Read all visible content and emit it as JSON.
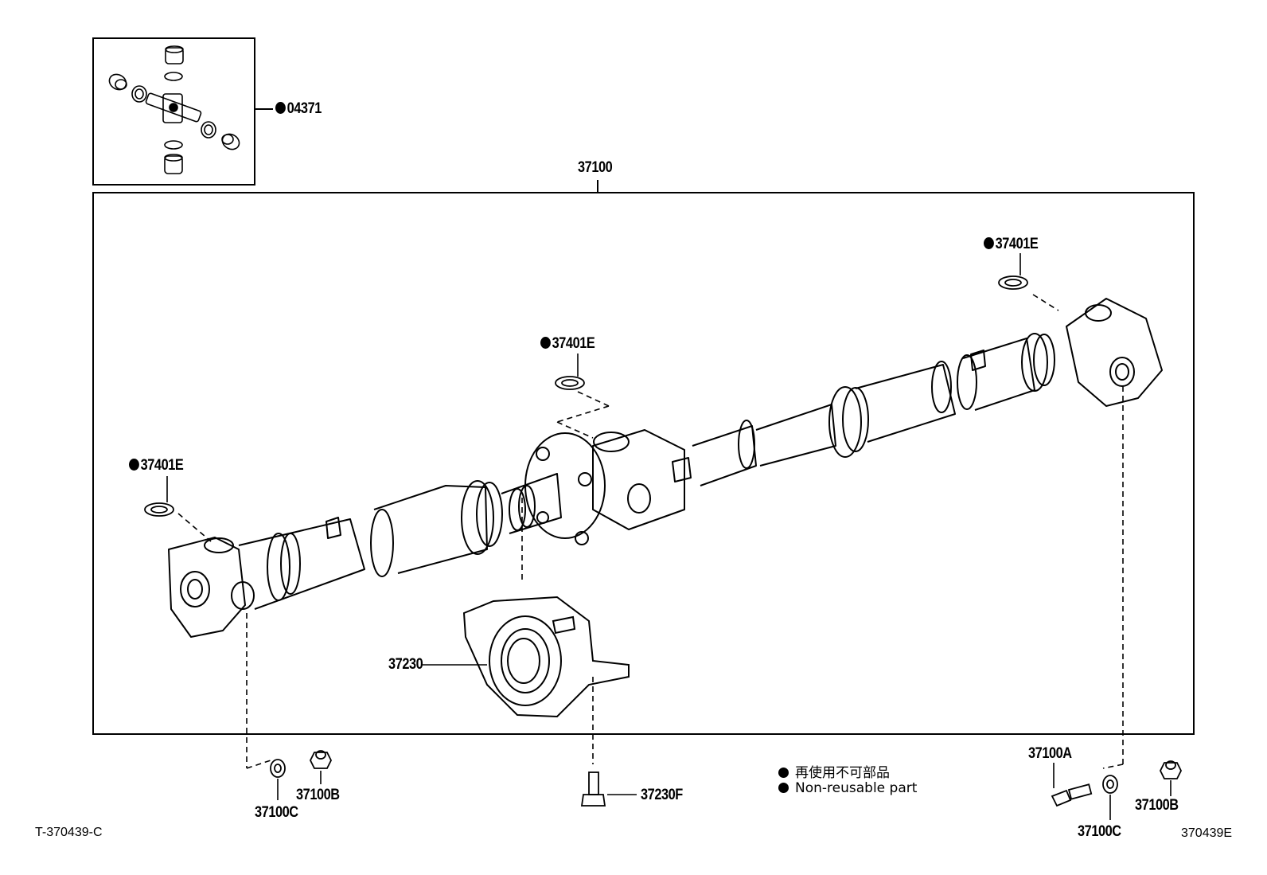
{
  "parts": {
    "universal_joint_kit": "04371",
    "propeller_shaft_assy": "37100",
    "snap_ring_rear": "37401E",
    "snap_ring_center": "37401E",
    "snap_ring_front": "37401E",
    "center_bearing": "37230",
    "center_bearing_bolt": "37230F",
    "bolt": "37100A",
    "nut_left": "37100B",
    "washer_left": "37100C",
    "nut_right": "37100B",
    "washer_right": "37100C"
  },
  "legend": {
    "japanese": "再使用不可部品",
    "english": "Non-reusable part"
  },
  "footer": {
    "left_code": "T-370439-C",
    "right_code": "370439E"
  }
}
